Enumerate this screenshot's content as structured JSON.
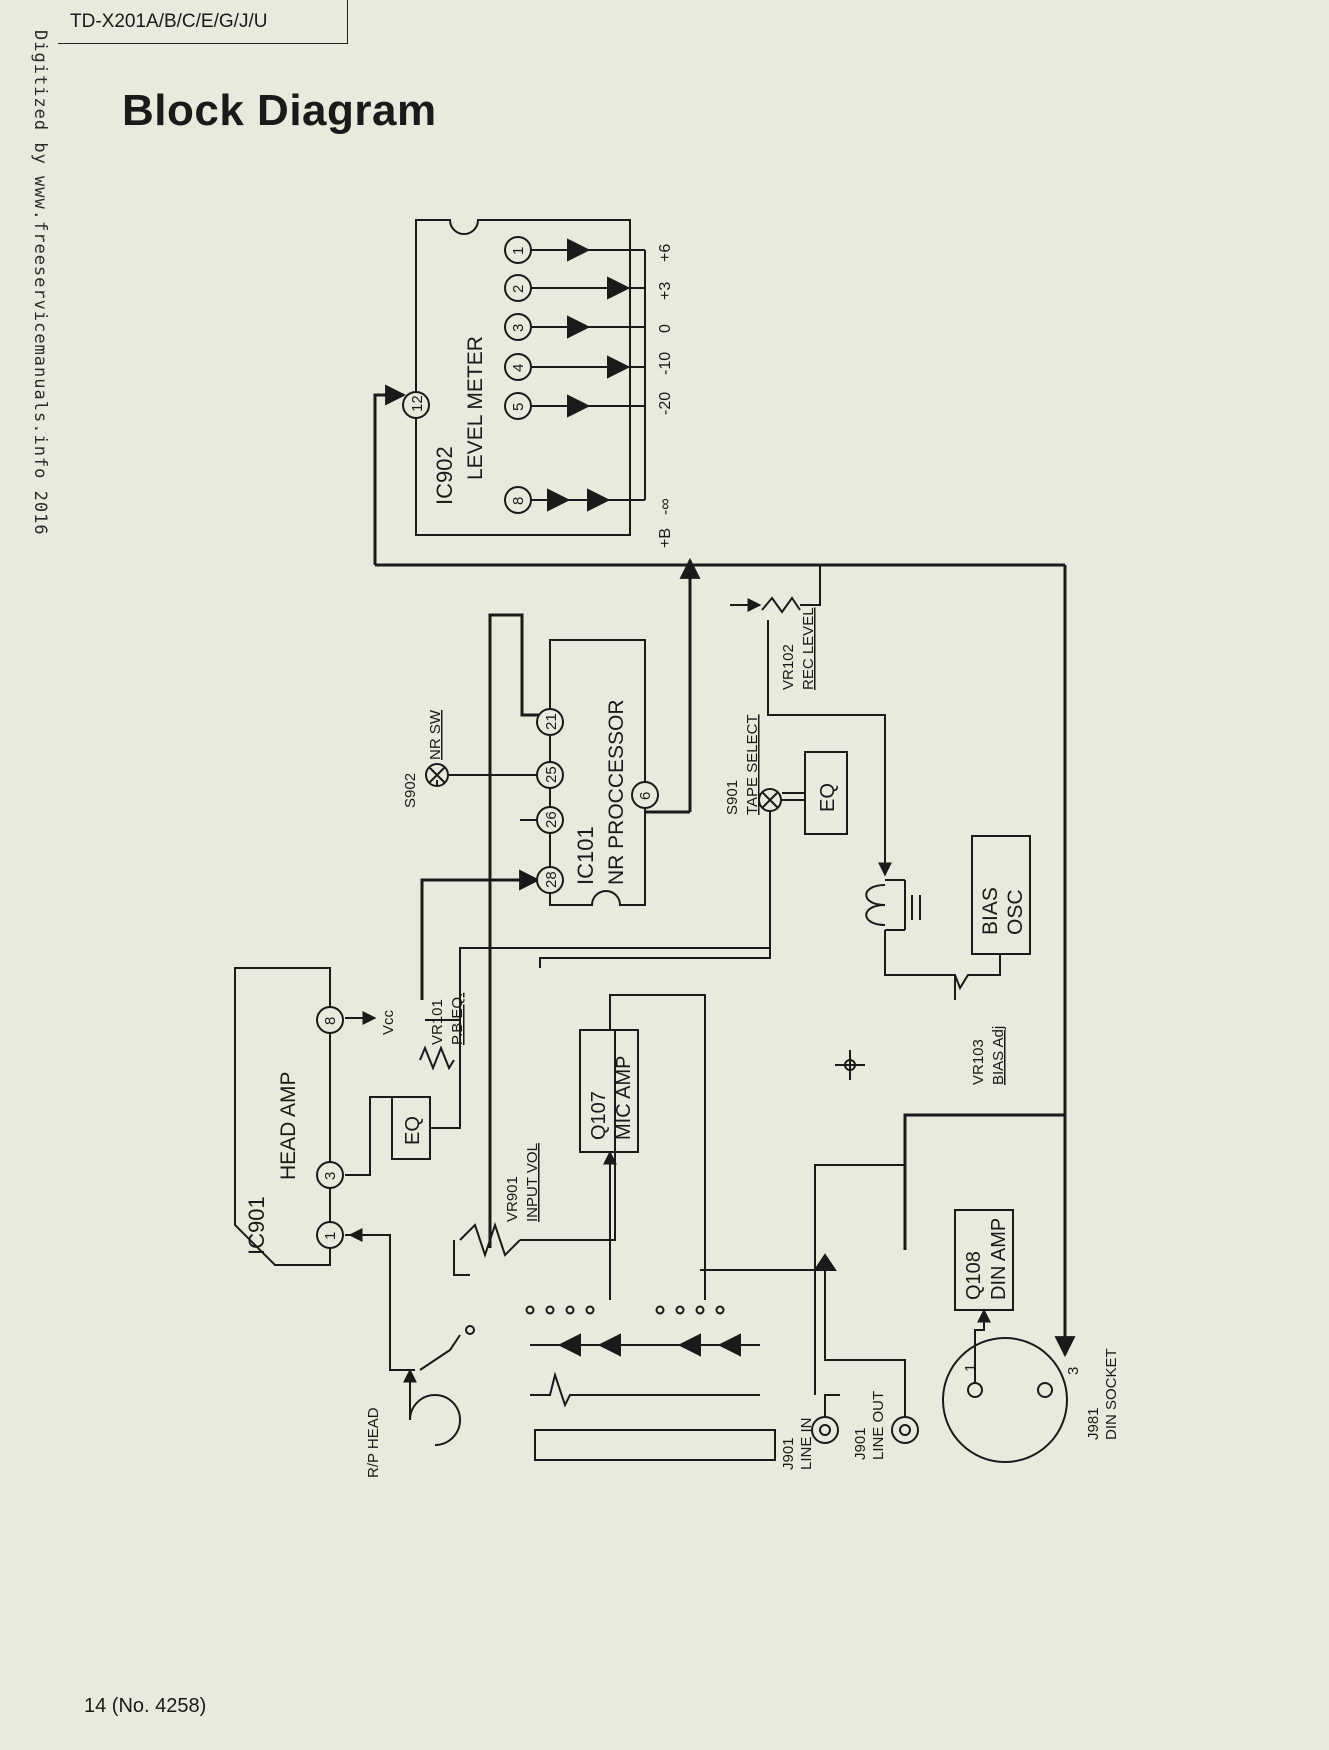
{
  "header": {
    "model": "TD-X201A/B/C/E/G/J/U",
    "title": "Block Diagram"
  },
  "watermark": "Digitized by www.freeservicemanuals.info 2016",
  "footer": {
    "page": "14 (No. 4258)"
  },
  "blocks": {
    "ic902": {
      "ref": "IC902",
      "name": "LEVEL METER"
    },
    "ic101": {
      "ref": "IC101",
      "name": "NR PROCCESSOR"
    },
    "ic901": {
      "ref": "IC901",
      "name": "HEAD AMP"
    },
    "q107": {
      "ref": "Q107",
      "name": "MIC AMP"
    },
    "q108": {
      "ref": "Q108",
      "name": "DIN AMP"
    },
    "bias_osc": {
      "line1": "BIAS",
      "line2": "OSC"
    },
    "eq_tape": "EQ",
    "eq_head": "EQ"
  },
  "pins": {
    "ic902": [
      "12",
      "1",
      "2",
      "3",
      "4",
      "5",
      "8"
    ],
    "ic101": [
      "21",
      "25",
      "26",
      "28",
      "6"
    ],
    "ic901": [
      "8",
      "3",
      "1"
    ]
  },
  "meter_scale": [
    "+6",
    "+3",
    "0",
    "-10",
    "-20",
    "-∞",
    "+B"
  ],
  "controls": {
    "s902": {
      "ref": "S902",
      "name": "NR SW"
    },
    "s901": {
      "ref": "S901",
      "name": "TAPE SELECT"
    },
    "vr102": {
      "ref": "VR102",
      "name": "REC LEVEL"
    },
    "vr101": {
      "ref": "VR101",
      "name": "P.B EQ."
    },
    "vr901": {
      "ref": "VR901",
      "name": "INPUT VOL"
    },
    "vr103": {
      "ref": "VR103",
      "name": "BIAS Adj"
    }
  },
  "io": {
    "rp_head": "R/P HEAD",
    "vcc": "Vcc",
    "line_in": {
      "ref": "J901",
      "name": "LINE IN"
    },
    "line_out": {
      "ref": "J901",
      "name": "LINE OUT"
    },
    "din": {
      "ref": "J981",
      "name": "DIN SOCKET",
      "pin1": "1",
      "pin3": "3"
    }
  }
}
